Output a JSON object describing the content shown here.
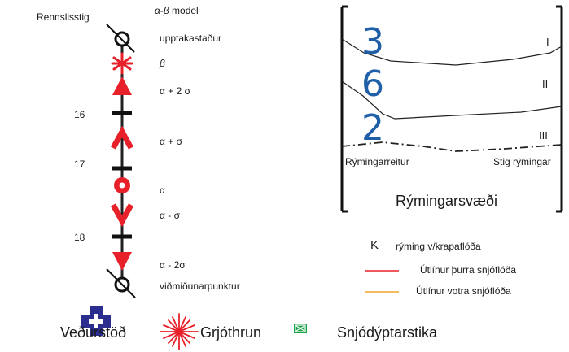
{
  "legend_stigs": {
    "rennslisstig_label": "Rennslisstig",
    "model_title_alpha": "α",
    "model_title_rest": "-",
    "model_title_beta": "β",
    "model_title_word": " model",
    "levels": {
      "upptakastadur": "upptakastaður",
      "beta": "β",
      "alpha_plus_2sigma": "α + 2 σ",
      "alpha_plus_sigma": "α +  σ",
      "alpha": "α",
      "alpha_minus_sigma": "α - σ",
      "alpha_minus_2sigma": "α - 2σ",
      "vidmidunarpunktur": "viðmiðunarpunktur"
    },
    "tick_numbers": [
      "16",
      "17",
      "18"
    ]
  },
  "zones": {
    "numbers": [
      "3",
      "6",
      "2"
    ],
    "romans": [
      "I",
      "II",
      "III"
    ],
    "reitur_label": "Rýmingarreitur",
    "stig_label": "Stig rýmingar",
    "title": "Rýmingarsvæði"
  },
  "line_legend": {
    "k_symbol": "K",
    "k_text": "rýming v/krapaflóða",
    "dry_text": "Útlínur þurra snjóflóða",
    "wet_text": "Útlínur votra snjóflóða",
    "dry_color": "#e8202a",
    "wet_color": "#f2a52a"
  },
  "bottom_legend": {
    "weather": "Veðurstöð",
    "rockfall": "Grjóthrun",
    "snow": "Snjódýptarstika",
    "weather_color": "#2b2e8f",
    "rockfall_color": "#e8202a",
    "snow_color": "#1aa34a"
  }
}
